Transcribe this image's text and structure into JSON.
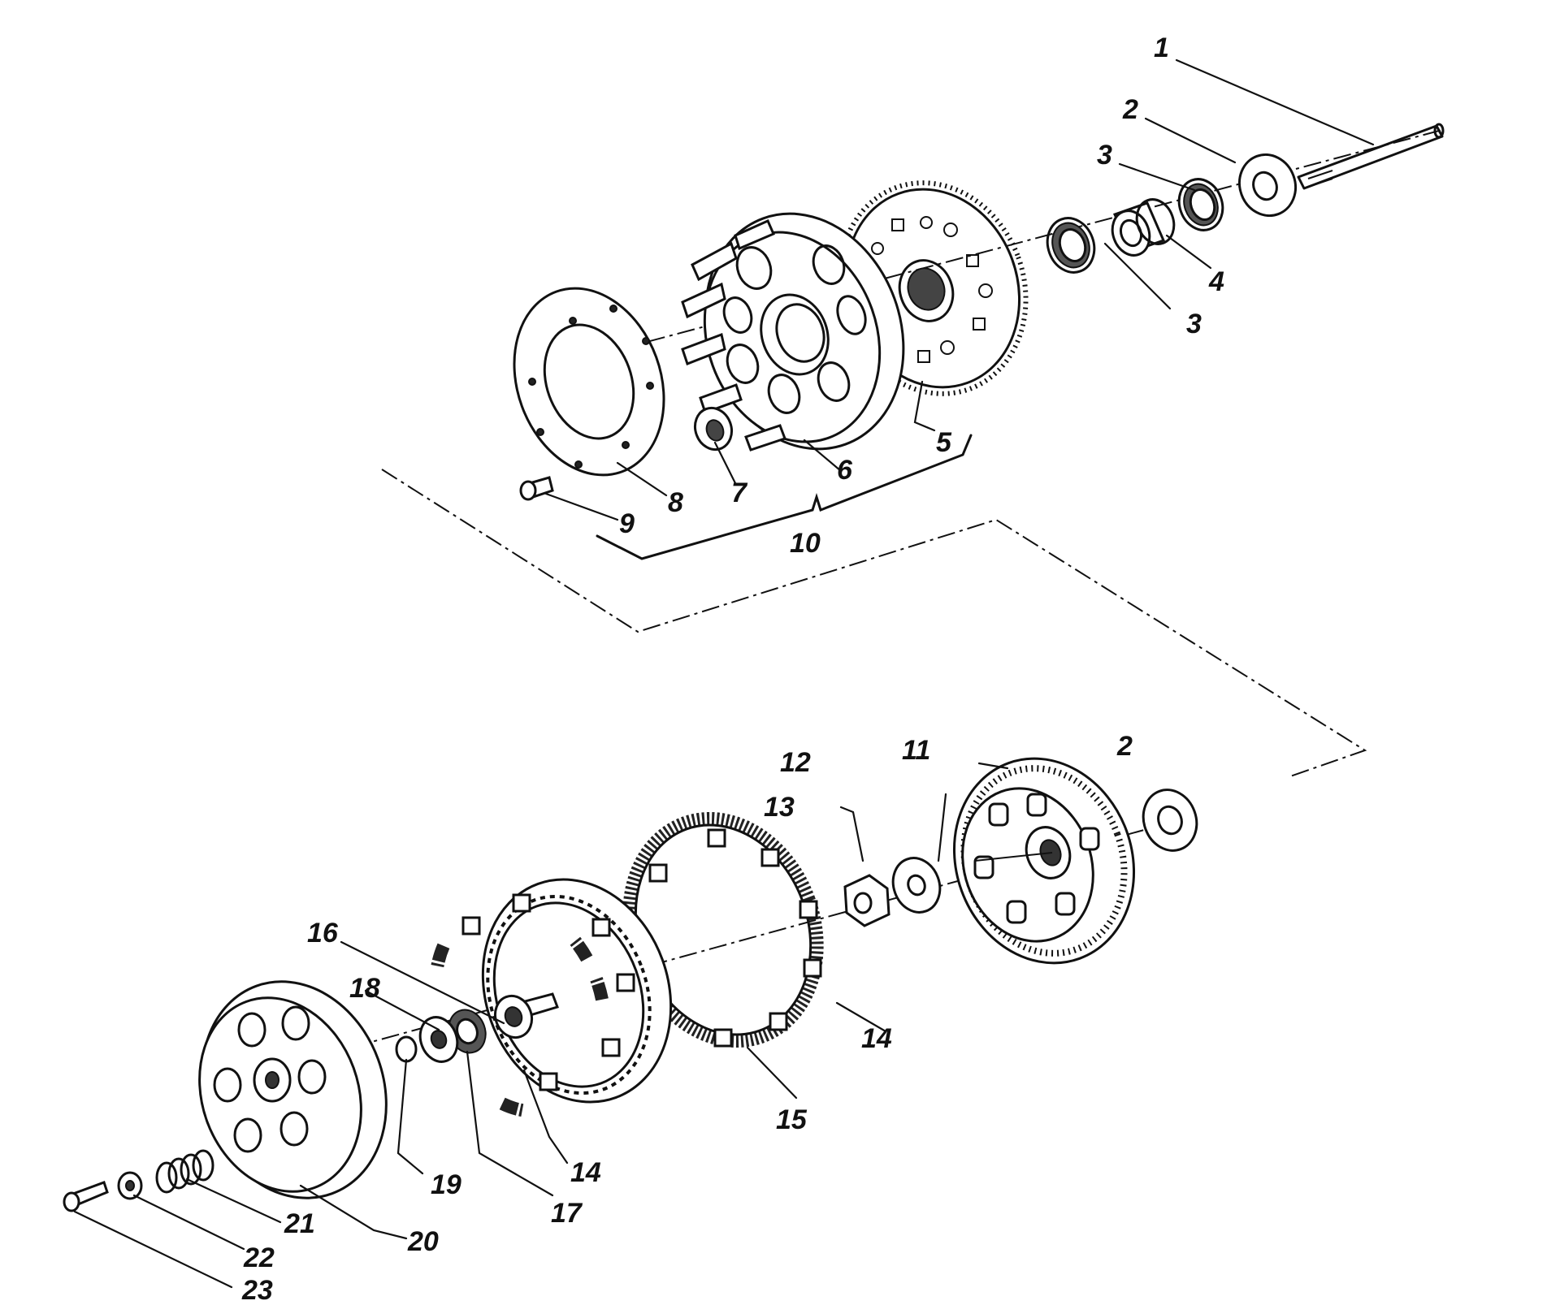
{
  "diagram": {
    "callouts": {
      "c1": "1",
      "c2a": "2",
      "c3a": "3",
      "c4": "4",
      "c3b": "3",
      "c5": "5",
      "c6": "6",
      "c7": "7",
      "c8": "8",
      "c9": "9",
      "c10": "10",
      "c11": "11",
      "c2b": "2",
      "c12": "12",
      "c13": "13",
      "c14a": "14",
      "c15": "15",
      "c14b": "14",
      "c16": "16",
      "c17": "17",
      "c18": "18",
      "c19": "19",
      "c20": "20",
      "c21": "21",
      "c22": "22",
      "c23": "23"
    }
  }
}
